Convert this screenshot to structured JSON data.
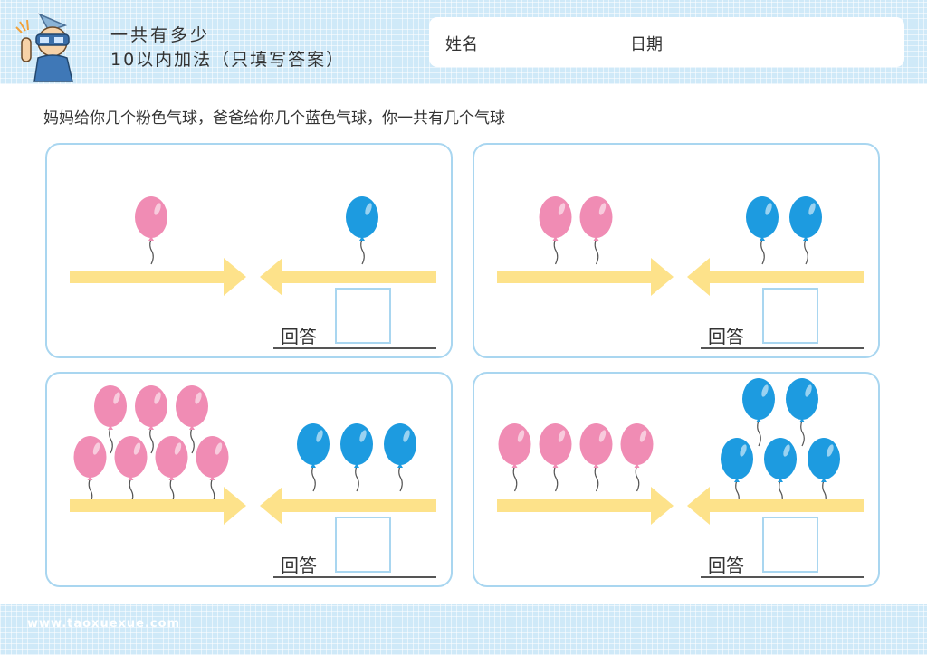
{
  "header": {
    "title_line1": "一共有多少",
    "title_line2": "10以内加法（只填写答案）",
    "name_label": "姓名",
    "date_label": "日期",
    "mascot_icon": "robot-mascot-icon"
  },
  "question": "妈妈给你几个粉色气球，爸爸给你几个蓝色气球，你一共有几个气球",
  "colors": {
    "pink": "#f08cb4",
    "blue": "#1d9be0",
    "arrow": "#fde28a",
    "border": "#a9d6f0",
    "band": "#cfe9f8"
  },
  "problems": [
    {
      "pink_count": 1,
      "blue_count": 1,
      "answer_label": "回答",
      "answer_value": ""
    },
    {
      "pink_count": 2,
      "blue_count": 2,
      "answer_label": "回答",
      "answer_value": ""
    },
    {
      "pink_count": 7,
      "blue_count": 3,
      "answer_label": "回答",
      "answer_value": ""
    },
    {
      "pink_count": 4,
      "blue_count": 5,
      "answer_label": "回答",
      "answer_value": ""
    }
  ],
  "footer": {
    "url": "www.taoxuexue.com"
  }
}
